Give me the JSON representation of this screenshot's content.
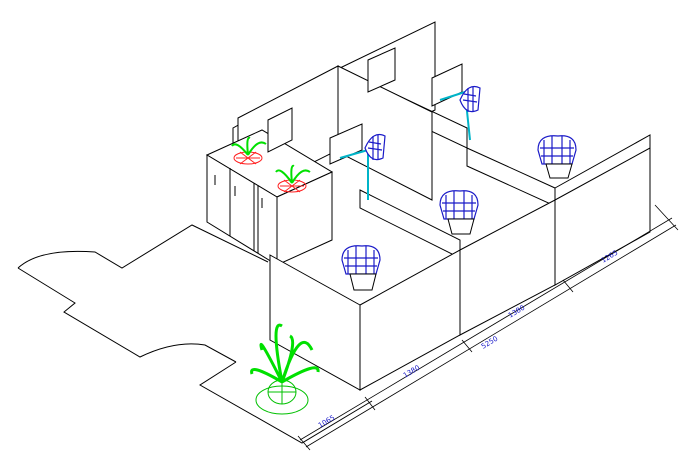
{
  "diagram": {
    "view": "isometric office cubicle layout drawing",
    "colors": {
      "background": "#ffffff",
      "line": "#000000",
      "panel_fill": "#ffffff",
      "chair": "#1a1ac8",
      "monitor_stand": "#00b4c8",
      "plant_leaves": "#00e000",
      "plant_pot": "#00c000",
      "plant_base_red": "#ff2020",
      "dimension_text": "#1a1ac8"
    },
    "dimensions": [
      {
        "id": "dim-1065",
        "text": "1065"
      },
      {
        "id": "dim-1380-a",
        "text": "1380"
      },
      {
        "id": "dim-5250",
        "text": "5250"
      },
      {
        "id": "dim-1380-b",
        "text": "1380"
      },
      {
        "id": "dim-1265",
        "text": "1265"
      }
    ],
    "icons": [
      "desk-chair-icon",
      "plant-icon",
      "monitor-icon",
      "cabinet-icon"
    ]
  }
}
